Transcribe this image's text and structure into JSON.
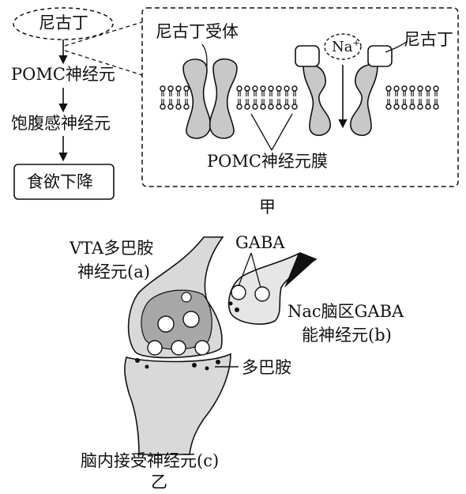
{
  "panel_a": {
    "chain": {
      "start": "尼古丁",
      "neuron1": "POMC神经元",
      "neuron2": "饱腹感神经元",
      "result": "食欲下降"
    },
    "inset": {
      "receptor_label": "尼古丁受体",
      "ion_label": "Na",
      "ion_charge": "+",
      "nicotine_label": "尼古丁",
      "membrane_label": "POMC神经元膜"
    },
    "caption": "甲"
  },
  "panel_b": {
    "vta_line1": "VTA多巴胺",
    "vta_line2": "神经元(a)",
    "gaba_label": "GABA",
    "nac_line1": "Nac脑区GABA",
    "nac_line2": "能神经元(b)",
    "dopamine_label": "多巴胺",
    "receiver_label": "脑内接受神经元(c)",
    "caption": "乙"
  }
}
